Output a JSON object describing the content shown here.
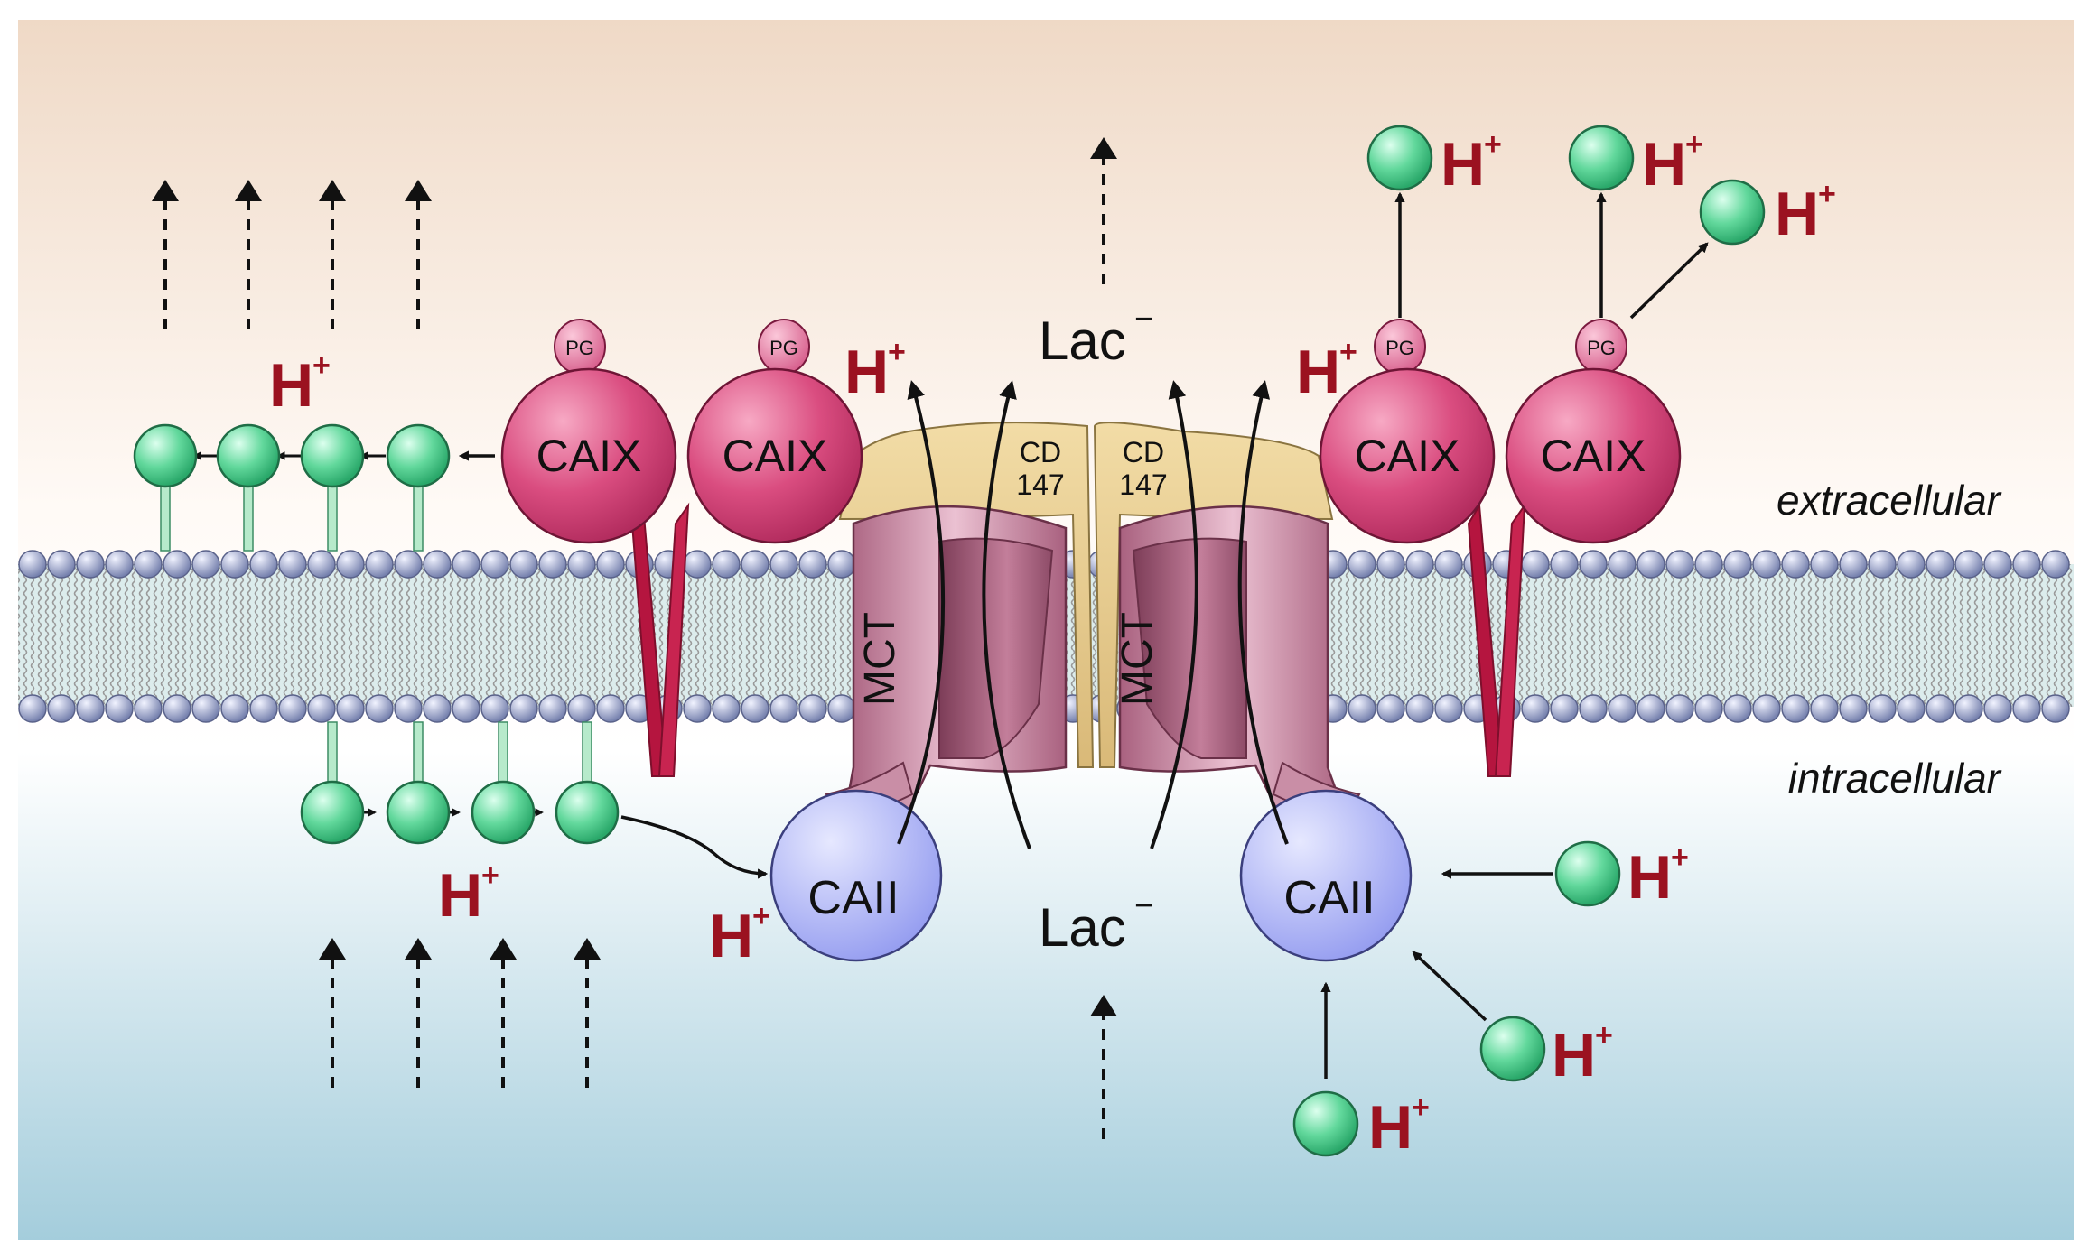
{
  "labels": {
    "extracellular": "extracellular",
    "intracellular": "intracellular",
    "caix": "CAIX",
    "caii": "CAII",
    "mct": "MCT",
    "cd147_top": "CD",
    "cd147_bottom": "147",
    "pg": "PG",
    "lac": "Lac",
    "lac_charge": "−",
    "proton": "H",
    "proton_charge": "+"
  },
  "colors": {
    "background_top": "#f0dccb",
    "background_mid": "#ffffff",
    "background_bottom": "#a7d0de",
    "caix": "#d6477a",
    "caix_stalk": "#b5153f",
    "caii": "#b9bff6",
    "mct": "#c98ea6",
    "cd147": "#e9d197",
    "proton_sphere": "#5fd59a",
    "proton_text": "#9b1220",
    "lipid_head": "#8f98c0",
    "arrow": "#111111"
  }
}
